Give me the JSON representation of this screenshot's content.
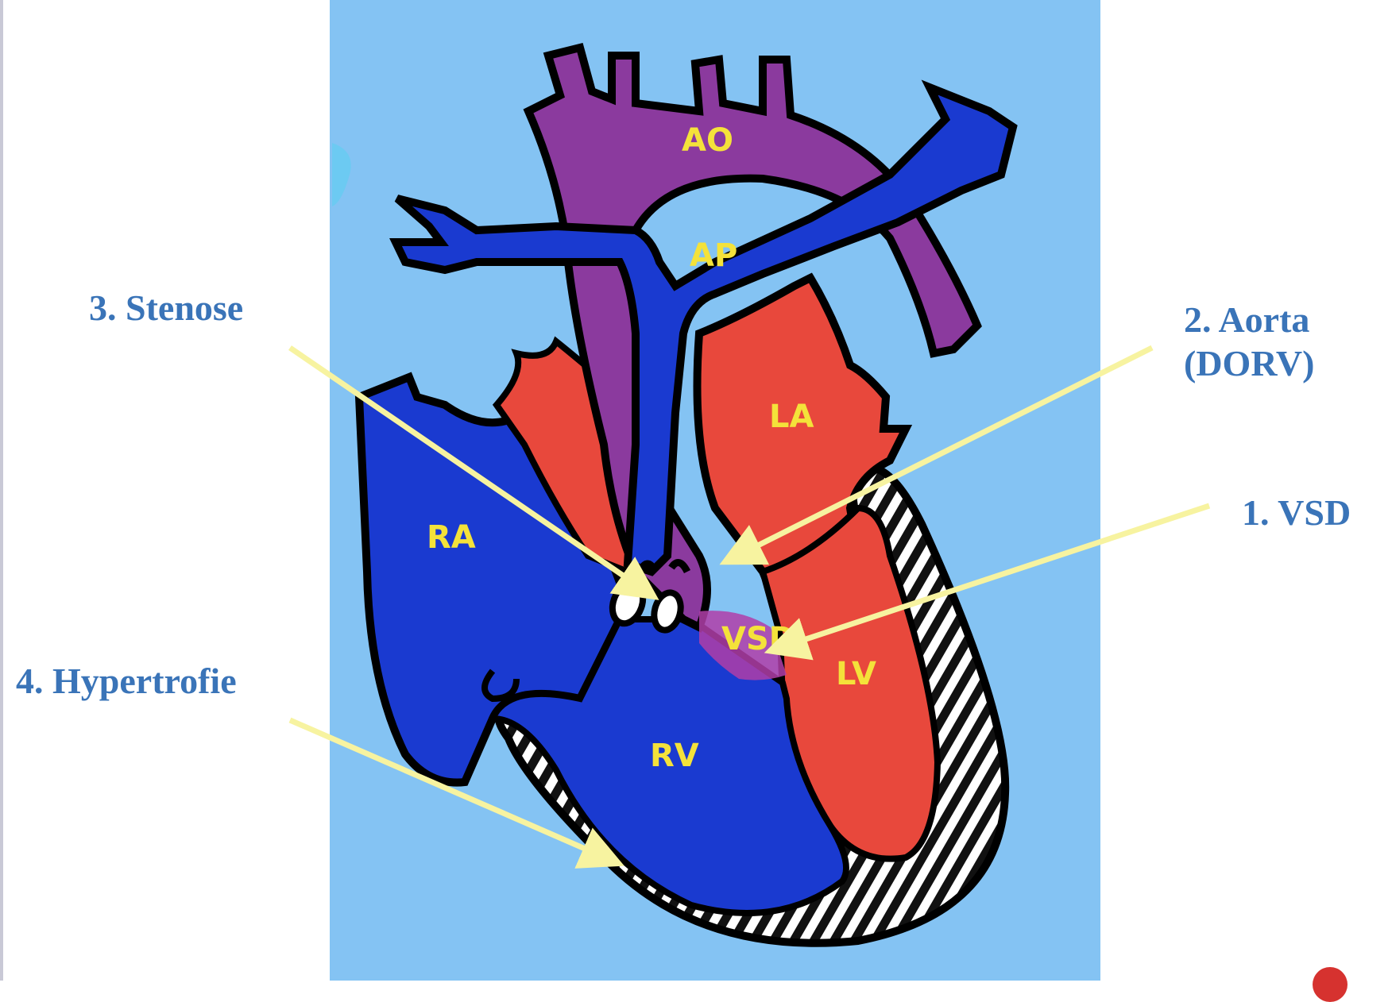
{
  "callouts": {
    "vsd": "1. VSD",
    "aorta_line1": "2. Aorta",
    "aorta_line2": "(DORV)",
    "stenose": "3. Stenose",
    "hypertrofie": "4. Hypertrofie"
  },
  "chambers": {
    "ao": "AO",
    "ap": "AP",
    "la": "LA",
    "ra": "RA",
    "vsd": "VSD",
    "lv": "LV",
    "rv": "RV"
  },
  "colors": {
    "background": "#84c3f3",
    "venous_blue": "#1a3ad0",
    "arterial_red": "#e8483c",
    "mixed_purple": "#8b3a9e",
    "label_yellow": "#f4e23a",
    "arrow_yellow": "#f7f3a0",
    "callout_blue": "#3a74b8"
  }
}
